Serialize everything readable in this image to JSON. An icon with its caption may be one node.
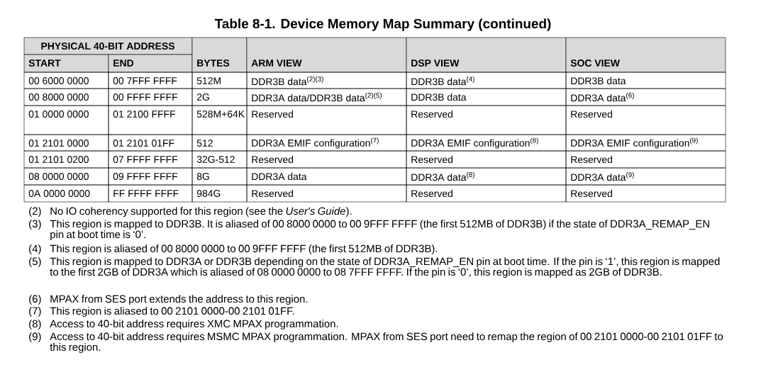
{
  "diagram": {
    "title": "Table 8-1.  Device Memory Map Summary (continued)",
    "labels": [
      "PHYSICAL 40-BIT ADDRESS",
      "START",
      "END",
      "BYTES",
      "ARM VIEW",
      "DSP VIEW",
      "SOC VIEW",
      "00 6000 0000",
      "00 7FFF FFFF",
      "512M",
      "DDR3B data$^{(2)(3)}$",
      "DDR3B data$^{(4)}$",
      "DDR3B data",
      "00 8000 0000",
      "00 FFFF FFFF",
      "2G",
      "DDR3A data/DDR3B data$^{(2)(5)}$",
      "DDR3B data",
      "DDR3A data$^{(6)}$",
      "01 0000 0000",
      "01 2100 FFFF",
      "528M+64K",
      "Reserved",
      "Reserved",
      "Reserved",
      "01 2101 0000",
      "01 2101 01FF",
      "512",
      "DDR3A EMIF configuration$^{(7)}$",
      "DDR3A EMIF configuration$^{(8)}$",
      "DDR3A EMIF configuration$^{(9)}$",
      "01 2101 0200",
      "07 FFFF FFFF",
      "32G-512",
      "Reserved",
      "Reserved",
      "Reserved",
      "08 0000 0000",
      "09 FFFF FFFF",
      "8G",
      "DDR3A data",
      "DDR3A data$^{(8)}$",
      "DDR3A data$^{(9)}$",
      "0A 0000 0000",
      "FF FFFF FFFF",
      "984G",
      "Reserved",
      "Reserved",
      "Reserved",
      "(2)",
      "No IO coherency supported for this region (see the *User's Guide*).",
      "(3)",
      "This region is mapped to DDR3B. It is aliased of 00 8000 0000 to 00 9FFF FFFF (the first 512MB of DDR3B) if the state of DDR3A_REMAP_EN pin at boot time is ‘0’.",
      "(4)",
      "This region is aliased of 00 8000 0000 to 00 9FFF FFFF (the first 512MB of DDR3B).",
      "(5)",
      "This region is mapped to DDR3A or DDR3B depending on the state of DDR3A_REMAP_EN pin at boot time. If the pin is ‘1’, this region is mapped to the first 2GB of DDR3A which is aliased of 08 0000 0000 to 08 7FFF FFFF. If the pin is ‘0’, this region is mapped as 2GB of DDR3B.",
      "(6)",
      "MPAX from SES port extends the address to this region.",
      "(7)",
      "This region is aliased to 00 2101 0000-00 2101 01FF.",
      "(8)",
      "Access to 40-bit address requires XMC MPAX programmation.",
      "(9)",
      "Access to 40-bit address requires MSMC MPAX programmation. MPAX from SES port need to remap the region of 00 2101 0000-00 2101 01FF to this region."
    ]
  }
}
